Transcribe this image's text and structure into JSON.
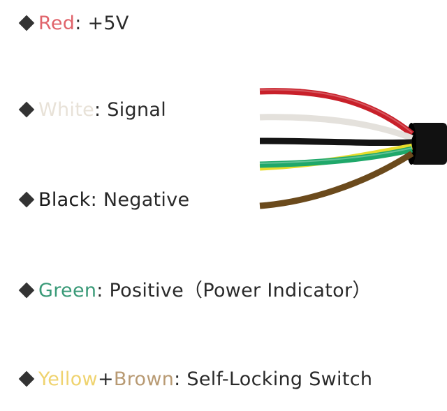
{
  "legend": [
    {
      "parts": [
        {
          "text": "Red",
          "color": "#e0646b"
        },
        {
          "text": ": +5V",
          "color": "#2a2a2a"
        }
      ]
    },
    {
      "parts": [
        {
          "text": "White",
          "color": "#e8e2d8"
        },
        {
          "text": ": Signal",
          "color": "#2a2a2a"
        }
      ]
    },
    {
      "parts": [
        {
          "text": "Black",
          "color": "#1a1a1a"
        },
        {
          "text": ": Negative",
          "color": "#2a2a2a"
        }
      ]
    },
    {
      "parts": [
        {
          "text": "Green",
          "color": "#3a9a78"
        },
        {
          "text": ": Positive（Power Indicator）",
          "color": "#2a2a2a"
        }
      ]
    },
    {
      "parts": [
        {
          "text": "Yellow",
          "color": "#efd36f"
        },
        {
          "text": "+",
          "color": "#2a2a2a"
        },
        {
          "text": "Brown",
          "color": "#b89a73"
        },
        {
          "text": ": Self-Locking Switch",
          "color": "#2a2a2a"
        }
      ]
    }
  ],
  "wires": {
    "red": "#c8202a",
    "white": "#e4e1dc",
    "black": "#141414",
    "yellow": "#e6dc2c",
    "green": "#1fa86a",
    "brown": "#6b4a1c",
    "jacket": "#111111"
  }
}
